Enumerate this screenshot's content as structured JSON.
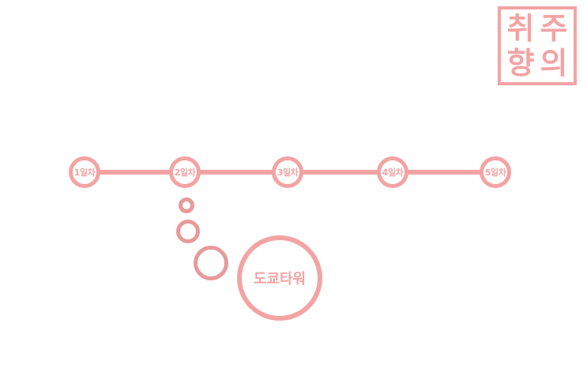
{
  "colors": {
    "accent": "#f4a3a3",
    "bubble": "#e79a9a"
  },
  "logo": {
    "chars": [
      "취",
      "주",
      "향",
      "의"
    ]
  },
  "timeline": {
    "days": [
      {
        "label": "1일차"
      },
      {
        "label": "2일차"
      },
      {
        "label": "3일차"
      },
      {
        "label": "4일차"
      },
      {
        "label": "5일차"
      }
    ]
  },
  "destination": {
    "label": "도쿄타워"
  }
}
